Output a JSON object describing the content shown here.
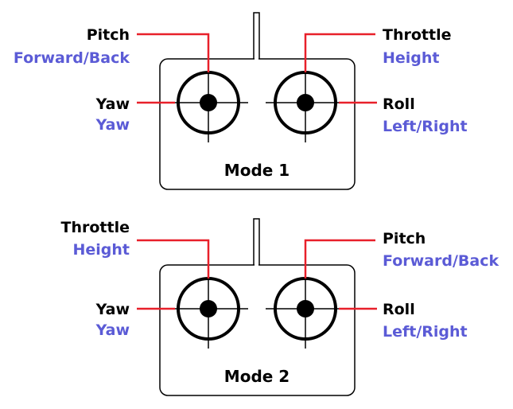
{
  "colors": {
    "primary_label": "#000000",
    "secondary_label": "#5b5bd6",
    "leader_line": "#e8202a",
    "outline": "#000000"
  },
  "modes": [
    {
      "title": "Mode 1",
      "labels": {
        "top_left": {
          "primary": "Pitch",
          "secondary": "Forward/Back"
        },
        "top_right": {
          "primary": "Throttle",
          "secondary": "Height"
        },
        "mid_left": {
          "primary": "Yaw",
          "secondary": "Yaw"
        },
        "mid_right": {
          "primary": "Roll",
          "secondary": "Left/Right"
        }
      }
    },
    {
      "title": "Mode 2",
      "labels": {
        "top_left": {
          "primary": "Throttle",
          "secondary": "Height"
        },
        "top_right": {
          "primary": "Pitch",
          "secondary": "Forward/Back"
        },
        "mid_left": {
          "primary": "Yaw",
          "secondary": "Yaw"
        },
        "mid_right": {
          "primary": "Roll",
          "secondary": "Left/Right"
        }
      }
    }
  ]
}
